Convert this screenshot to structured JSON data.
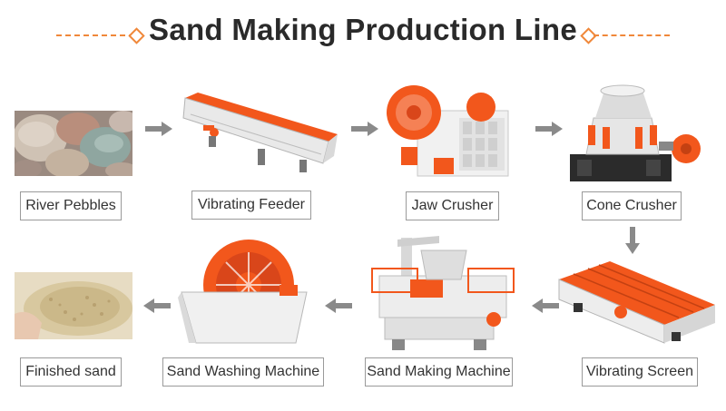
{
  "title": "Sand Making Production Line",
  "colors": {
    "accent": "#f2571c",
    "arrow": "#8a8a8a",
    "title": "#2a2a2a"
  },
  "steps": [
    {
      "label": "River Pebbles",
      "icon": "river-pebbles-photo"
    },
    {
      "label": "Vibrating Feeder",
      "icon": "vibrating-feeder-machine"
    },
    {
      "label": "Jaw Crusher",
      "icon": "jaw-crusher-machine"
    },
    {
      "label": "Cone Crusher",
      "icon": "cone-crusher-machine"
    },
    {
      "label": "Vibrating Screen",
      "icon": "vibrating-screen-machine"
    },
    {
      "label": "Sand Making Machine",
      "icon": "sand-making-machine"
    },
    {
      "label": "Sand Washing Machine",
      "icon": "sand-washing-machine"
    },
    {
      "label": "Finished sand",
      "icon": "finished-sand-photo"
    }
  ]
}
